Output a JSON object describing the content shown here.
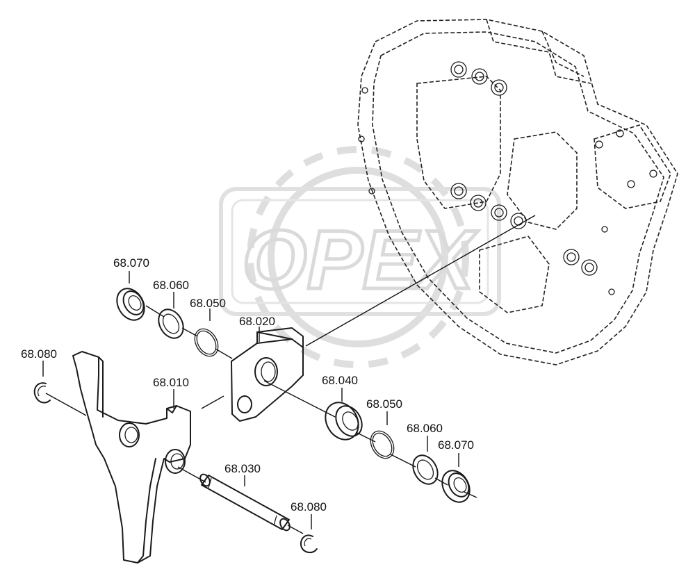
{
  "watermark": {
    "text": "OPEX",
    "color": "#c8c8c8"
  },
  "labels": {
    "p68_070_a": "68.070",
    "p68_060_a": "68.060",
    "p68_050_a": "68.050",
    "p68_020": "68.020",
    "p68_080_a": "68.080",
    "p68_010": "68.010",
    "p68_040": "68.040",
    "p68_050_b": "68.050",
    "p68_060_b": "68.060",
    "p68_070_b": "68.070",
    "p68_030": "68.030",
    "p68_080_b": "68.080"
  },
  "colors": {
    "line": "#1a1a1a",
    "background": "#ffffff"
  }
}
